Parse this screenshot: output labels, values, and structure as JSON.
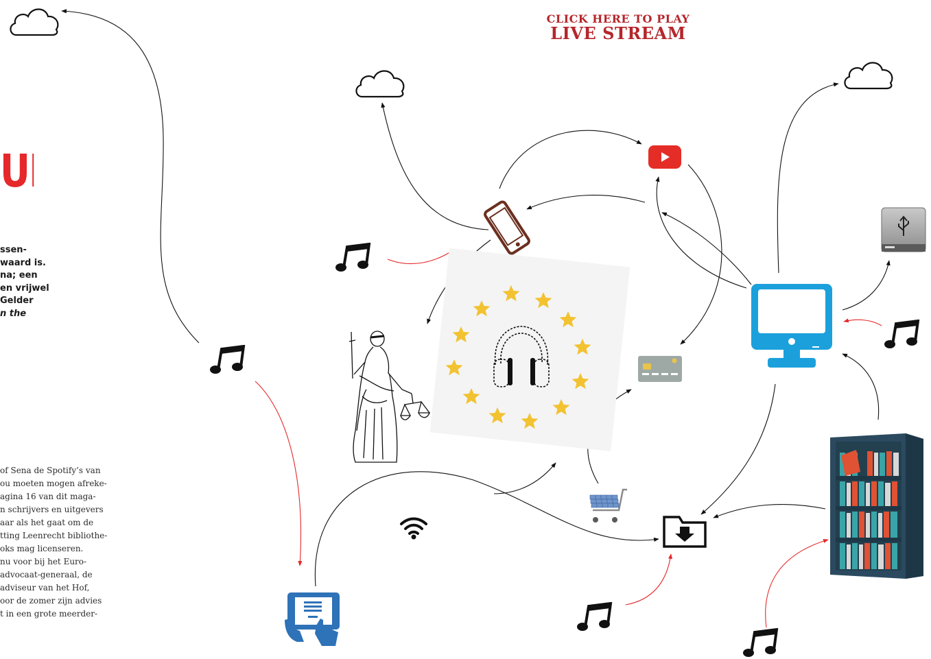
{
  "live_stream": {
    "line1": "CLICK HERE TO PLAY",
    "line2": "LIVE STREAM"
  },
  "article": {
    "headline_fragment": "UD",
    "intro_lines": [
      "ssen-",
      "waard is.",
      "na; een",
      "en vrijwel",
      "Gelder",
      "n the"
    ],
    "body_lines": [
      "of Sena de Spotify’s van",
      "ou moeten mogen afreke-",
      "agina 16 van dit maga-",
      "n schrijvers en uitgevers",
      "aar als het gaat om de",
      "tting Leenrecht bibliothe-",
      "oks mag licenseren.",
      "nu voor bij het Euro-",
      "advocaat-generaal, de",
      "adviseur van het Hof,",
      "oor de zomer zijn advies",
      "t in een grote meerder-"
    ]
  },
  "colors": {
    "accent_red": "#e6282a",
    "live_stream_red": "#b5262b",
    "monitor_blue": "#1ba0dc",
    "youtube_red": "#e52d27",
    "phone_brown": "#6b2f1f",
    "star_yellow": "#f2c230",
    "tablet_blue": "#2e72b8",
    "bookcase_teal": "#2b4a5f"
  },
  "icons": [
    "cloud-icon",
    "youtube-icon",
    "smartphone-icon",
    "music-note-icon",
    "monitor-icon",
    "usb-drive-icon",
    "lady-justice-icon",
    "headphones-icon",
    "eu-stars-icon",
    "credit-card-icon",
    "shopping-cart-icon",
    "wifi-icon",
    "download-folder-icon",
    "tablet-icon",
    "bookcase-icon"
  ]
}
